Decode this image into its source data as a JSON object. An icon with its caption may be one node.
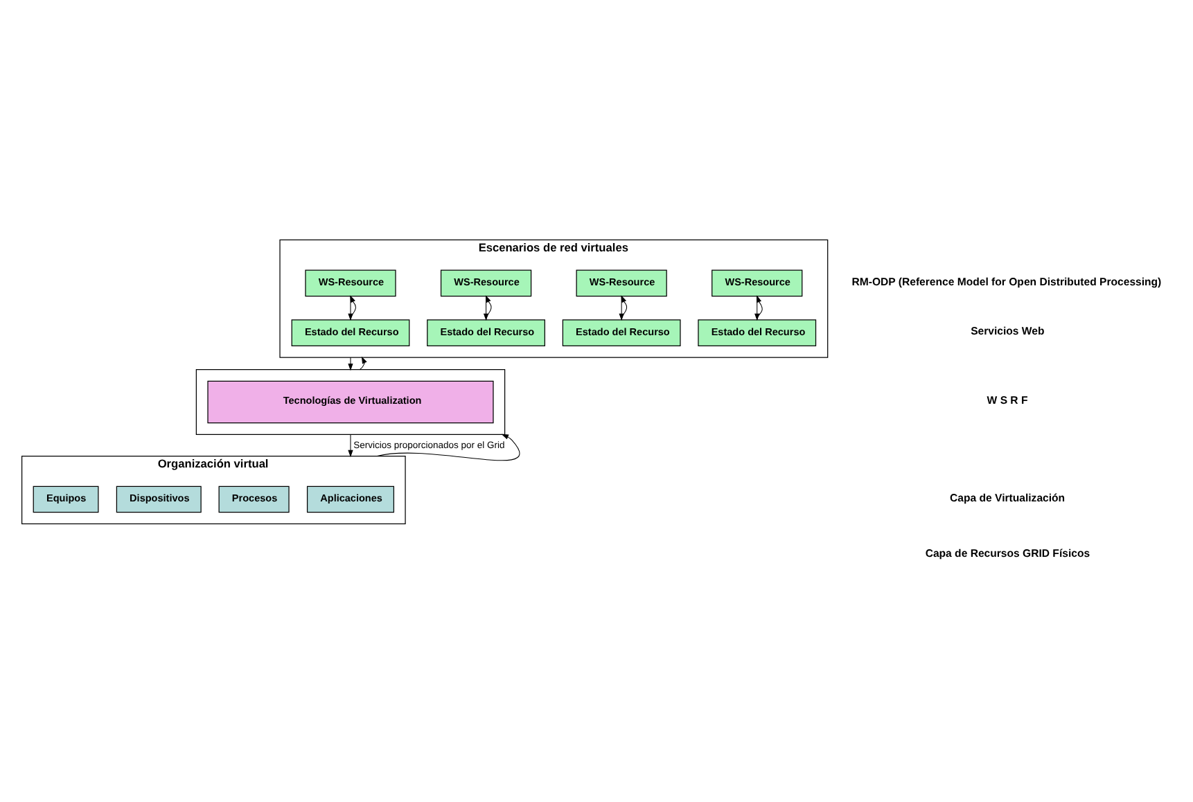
{
  "diagram": {
    "nodes": [
      {
        "text": [
          "Escenarios de red virtuales"
        ]
      },
      {
        "text": [
          "WS-Resource"
        ],
        "in": 0
      },
      {
        "text": [
          "WS-Resource"
        ],
        "in": 0
      },
      {
        "text": [
          "WS-Resource"
        ],
        "in": 0
      },
      {
        "text": [
          "WS-Resource"
        ],
        "in": 0
      },
      {
        "text": [
          "Estado del Recurso"
        ],
        "in": 0
      },
      {
        "text": [
          "Estado del Recurso"
        ],
        "in": 0
      },
      {
        "text": [
          "Estado del Recurso"
        ],
        "in": 0
      },
      {
        "text": [
          "Estado del Recurso"
        ],
        "in": 0
      },
      {
        "text": [],
        "shape": "box"
      },
      {
        "text": [
          "Tecnologías de Virtualization"
        ],
        "in": 9
      },
      {
        "text": [
          "Organización virtual"
        ]
      },
      {
        "text": [
          "Aplicaciones"
        ],
        "in": 11
      },
      {
        "text": [
          "Procesos"
        ],
        "in": 11
      },
      {
        "text": [
          "Dispositivos"
        ],
        "in": 11
      },
      {
        "text": [
          "Equipos"
        ],
        "in": 11
      }
    ],
    "edges": [
      {
        "from": 5,
        "to": 1,
        "arrow": "to"
      },
      {
        "from": 1,
        "to": 5,
        "arrow": "to"
      },
      {
        "from": 6,
        "to": 2,
        "arrow": "to"
      },
      {
        "from": 2,
        "to": 6,
        "arrow": "to"
      },
      {
        "from": 7,
        "to": 3,
        "arrow": "to"
      },
      {
        "from": 3,
        "to": 7,
        "arrow": "to"
      },
      {
        "from": 8,
        "to": 4,
        "arrow": "to"
      },
      {
        "from": 4,
        "to": 8,
        "arrow": "to"
      },
      {
        "from": 0,
        "to": 9,
        "arrow": "to"
      },
      {
        "from": 9,
        "to": 0,
        "arrow": "to"
      },
      {
        "from": 9,
        "to": 11,
        "arrow": "to",
        "label": "Servicios proporcionados por el Grid"
      },
      {
        "from": 11,
        "to": 9,
        "arrow": "to"
      }
    ],
    "labels": [
      "RM-ODP (Reference Model for Open Distributed Processing)",
      "Servicios Web",
      "W S R F",
      "Capa de Virtualización",
      "Capa de Recursos GRID Físicos"
    ]
  }
}
